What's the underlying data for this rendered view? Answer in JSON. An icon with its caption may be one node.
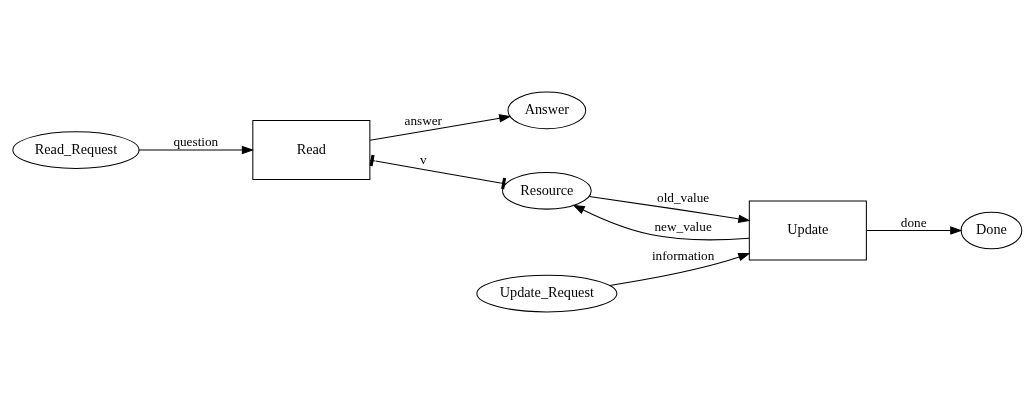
{
  "diagram": {
    "nodes": [
      {
        "text": [
          "Read_Request"
        ]
      },
      {
        "text": [
          "Read"
        ]
      },
      {
        "text": [
          "Answer"
        ]
      },
      {
        "text": [
          "Resource"
        ]
      },
      {
        "text": [
          "Update"
        ]
      },
      {
        "text": [
          "Update_Request"
        ]
      },
      {
        "text": [
          "Done"
        ]
      }
    ],
    "edges": [
      {
        "from": 0,
        "to": 1,
        "arrow": "to",
        "label": "question"
      },
      {
        "from": 1,
        "to": 2,
        "arrow": "to",
        "label": "answer"
      },
      {
        "from": 1,
        "to": 3,
        "arrow": "other",
        "label": "v"
      },
      {
        "from": 3,
        "to": 4,
        "arrow": "to",
        "label": "old_value"
      },
      {
        "from": 4,
        "to": 3,
        "arrow": "to",
        "label": "new_value"
      },
      {
        "from": 5,
        "to": 4,
        "arrow": "to",
        "label": "information"
      },
      {
        "from": 4,
        "to": 6,
        "arrow": "to",
        "label": "done"
      }
    ]
  }
}
